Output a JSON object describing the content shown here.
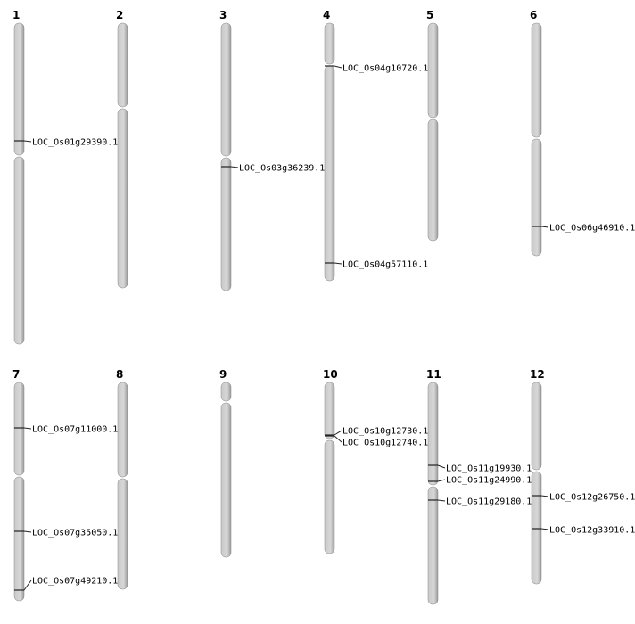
{
  "chromosomes": [
    {
      "name": "1",
      "genes": [
        "LOC_Os01g29390.1"
      ]
    },
    {
      "name": "2",
      "genes": []
    },
    {
      "name": "3",
      "genes": [
        "LOC_Os03g36239.1"
      ]
    },
    {
      "name": "4",
      "genes": [
        "LOC_Os04g10720.1",
        "LOC_Os04g57110.1"
      ]
    },
    {
      "name": "5",
      "genes": []
    },
    {
      "name": "6",
      "genes": [
        "LOC_Os06g46910.1"
      ]
    },
    {
      "name": "7",
      "genes": [
        "LOC_Os07g11000.1",
        "LOC_Os07g35050.1",
        "LOC_Os07g49210.1"
      ]
    },
    {
      "name": "8",
      "genes": []
    },
    {
      "name": "9",
      "genes": []
    },
    {
      "name": "10",
      "genes": [
        "LOC_Os10g12730.1",
        "LOC_Os10g12740.1"
      ]
    },
    {
      "name": "11",
      "genes": [
        "LOC_Os11g19930.1",
        "LOC_Os11g24990.1",
        "LOC_Os11g29180.1"
      ]
    },
    {
      "name": "12",
      "genes": [
        "LOC_Os12g26750.1",
        "LOC_Os12g33910.1"
      ]
    }
  ]
}
